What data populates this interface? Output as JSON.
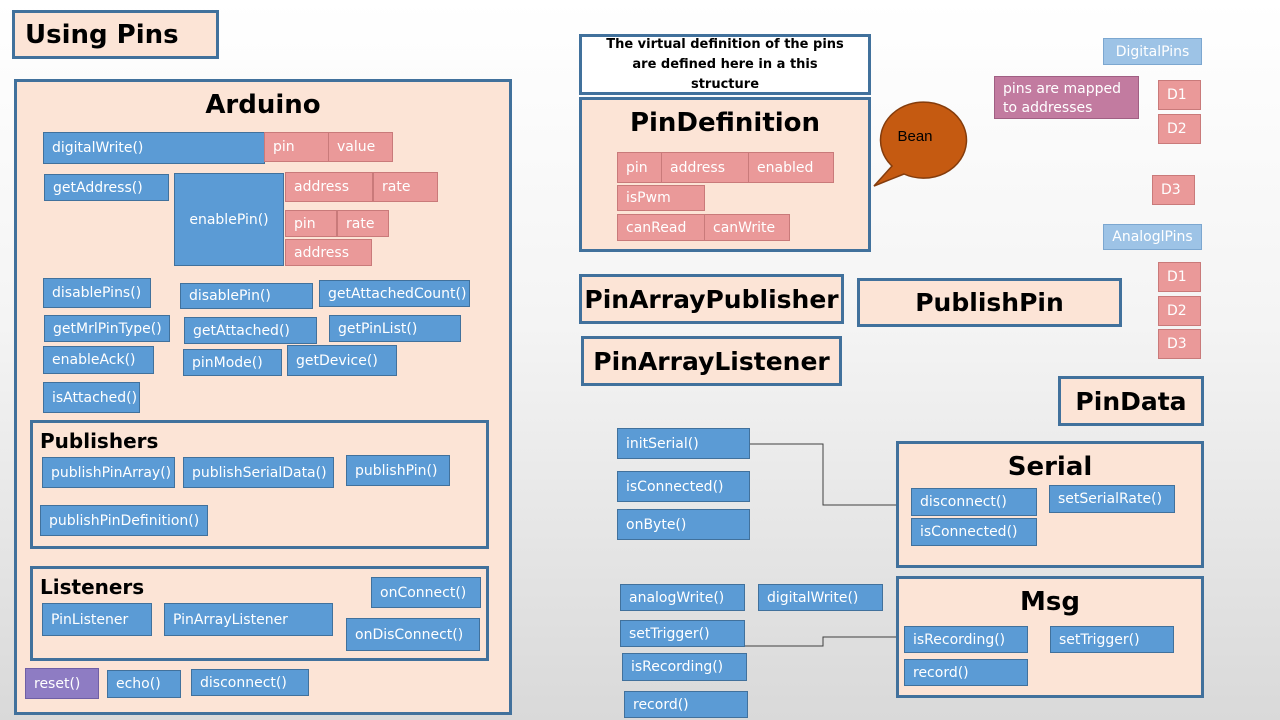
{
  "page_title": "Using Pins",
  "arduino": {
    "title": "Arduino",
    "methods": {
      "digitalWrite": "digitalWrite()",
      "getAddress": "getAddress()",
      "enablePin": "enablePin()",
      "disablePins": "disablePins()",
      "disablePin": "disablePin()",
      "getAttachedCount": "getAttachedCount()",
      "getMrlPinType": "getMrlPinType()",
      "getAttached": "getAttached()",
      "getPinList": "getPinList()",
      "enableAck": "enableAck()",
      "pinMode": "pinMode()",
      "getDevice": "getDevice()",
      "isAttached": "isAttached()"
    },
    "params": {
      "dw_pin": "pin",
      "dw_value": "value",
      "ep_address1": "address",
      "ep_rate1": "rate",
      "ep_pin": "pin",
      "ep_rate2": "rate",
      "ep_address2": "address"
    },
    "publishers": {
      "title": "Publishers",
      "items": [
        "publishPinArray()",
        "publishSerialData()",
        "publishPin()",
        "publishPinDefinition()"
      ]
    },
    "listeners": {
      "title": "Listeners",
      "items": [
        "PinListener",
        "PinArrayListener",
        "onConnect()",
        "onDisConnect()"
      ]
    },
    "bottom": [
      "reset()",
      "echo()",
      "disconnect()"
    ]
  },
  "note": {
    "text": "The virtual definition of the pins are defined here in a this structure"
  },
  "pin_definition": {
    "title": "PinDefinition",
    "fields": [
      "pin",
      "address",
      "enabled",
      "isPwm",
      "canRead",
      "canWrite"
    ]
  },
  "bean_callout": "Bean",
  "digital_pins": {
    "label": "DigitalPins",
    "mapping_note": "pins are mapped to addresses",
    "pins": [
      "D1",
      "D2",
      "D3"
    ]
  },
  "analog_pins": {
    "label": "AnaloglPins",
    "pins": [
      "D1",
      "D2",
      "D3"
    ]
  },
  "pin_array_publisher": "PinArrayPublisher",
  "publish_pin": "PublishPin",
  "pin_array_listener": "PinArrayListener",
  "pin_data": "PinData",
  "serial_methods": [
    "initSerial()",
    "isConnected()",
    "onByte()"
  ],
  "serial": {
    "title": "Serial",
    "items": [
      "disconnect()",
      "setSerialRate()",
      "isConnected()"
    ]
  },
  "msg_methods": [
    "analogWrite()",
    "digitalWrite()",
    "setTrigger()",
    "isRecording()",
    "record()"
  ],
  "msg": {
    "title": "Msg",
    "items": [
      "isRecording()",
      "setTrigger()",
      "record()"
    ]
  },
  "colors": {
    "panel_fill": "#fce4d6",
    "panel_border": "#41719c",
    "method_fill": "#5b9bd5",
    "param_fill": "#ea9999",
    "pin_label_fill": "#9dc3e6",
    "mapping_note_fill": "#c27ba0",
    "reset_fill": "#8e7cc3",
    "bean_fill": "#c55a11"
  }
}
